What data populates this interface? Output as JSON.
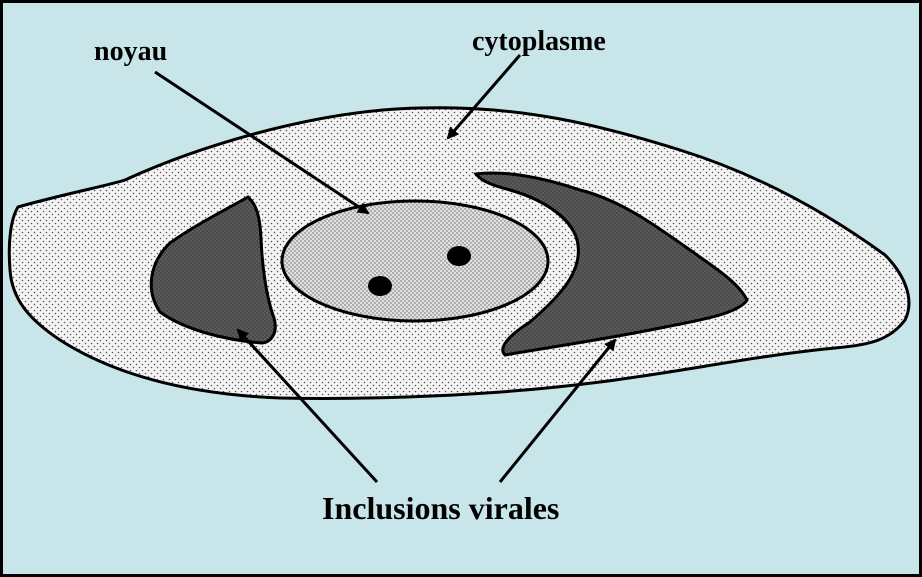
{
  "diagram": {
    "labels": {
      "nucleus": "noyau",
      "cytoplasm": "cytoplasme",
      "inclusions": "Inclusions virales"
    },
    "colors": {
      "background": "#c8e6ea",
      "cytoplasm": "#f1f1f1",
      "nucleus": "#dcdcdc",
      "inclusion": "#5a5a5a",
      "nucleolus": "#000000",
      "outline": "#000000"
    }
  }
}
